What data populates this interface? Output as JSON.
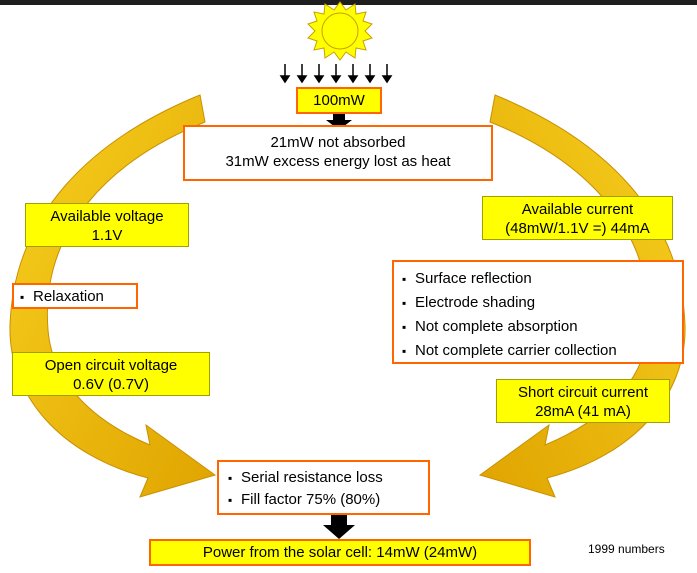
{
  "input_power": "100mW",
  "losses_top": [
    "21mW not absorbed",
    "31mW excess energy lost as heat"
  ],
  "available_voltage": [
    "Available voltage",
    "1.1V"
  ],
  "available_current": [
    "Available current",
    "(48mW/1.1V =) 44mA"
  ],
  "relaxation": "Relaxation",
  "current_losses": [
    "Surface reflection",
    "Electrode shading",
    "Not complete absorption",
    "Not complete carrier collection"
  ],
  "open_circuit_voltage": [
    "Open circuit voltage",
    "0.6V (0.7V)"
  ],
  "short_circuit_current": [
    "Short circuit current",
    "28mA (41 mA)"
  ],
  "cell_losses": [
    "Serial resistance loss",
    "Fill factor 75%  (80%)"
  ],
  "output_power": "Power from the solar cell:  14mW (24mW)",
  "year_note": "1999 numbers",
  "colors": {
    "box_yellow": "#ffff00",
    "border_orange": "#ff6600",
    "arrow_gold": "#f5c400",
    "arrow_dark": "#d89a00"
  },
  "icons": {
    "sun": "sun-icon",
    "rays": "down-arrow-icon"
  }
}
